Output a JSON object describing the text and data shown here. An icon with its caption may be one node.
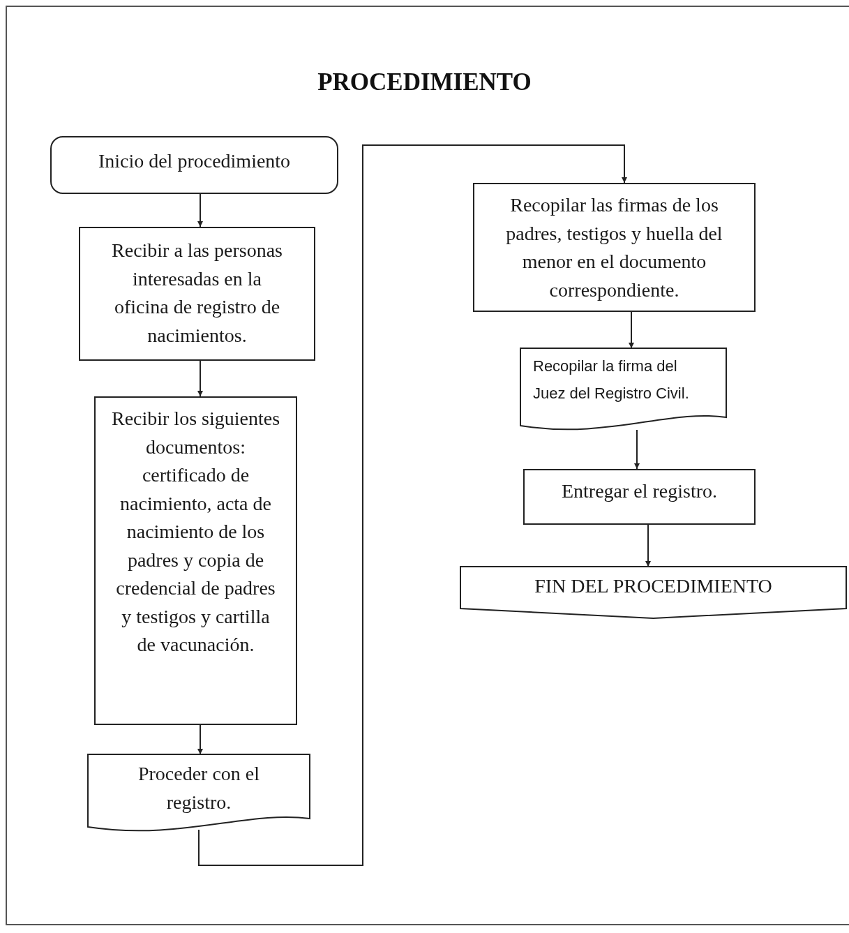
{
  "diagram": {
    "title": "PROCEDIMIENTO",
    "nodes": [
      {
        "text": [
          "Inicio del procedimiento"
        ]
      },
      {
        "text": [
          "Recibir a las personas interesadas en la oficina de registro de nacimientos."
        ]
      },
      {
        "text": [
          "Recibir los siguientes documentos: certificado de nacimiento, acta de nacimiento de los padres y copia de credencial de padres y testigos y cartilla de vacunación."
        ]
      },
      {
        "text": [
          "Proceder con el registro."
        ]
      },
      {
        "text": [
          "Recopilar las firmas de los padres, testigos y huella del menor en el documento correspondiente."
        ]
      },
      {
        "text": [
          "Recopilar la firma del Juez del Registro Civil."
        ]
      },
      {
        "text": [
          "Entregar el registro."
        ]
      },
      {
        "text": [
          "FIN DEL PROCEDIMIENTO"
        ]
      }
    ],
    "edges": [
      {
        "from": 0,
        "to": 1,
        "arrow": "to"
      },
      {
        "from": 1,
        "to": 2,
        "arrow": "to"
      },
      {
        "from": 2,
        "to": 3,
        "arrow": "to"
      },
      {
        "from": 3,
        "to": 4,
        "arrow": "to"
      },
      {
        "from": 4,
        "to": 5,
        "arrow": "to"
      },
      {
        "from": 5,
        "to": 6,
        "arrow": "to"
      },
      {
        "from": 6,
        "to": 7,
        "arrow": "to"
      }
    ]
  }
}
